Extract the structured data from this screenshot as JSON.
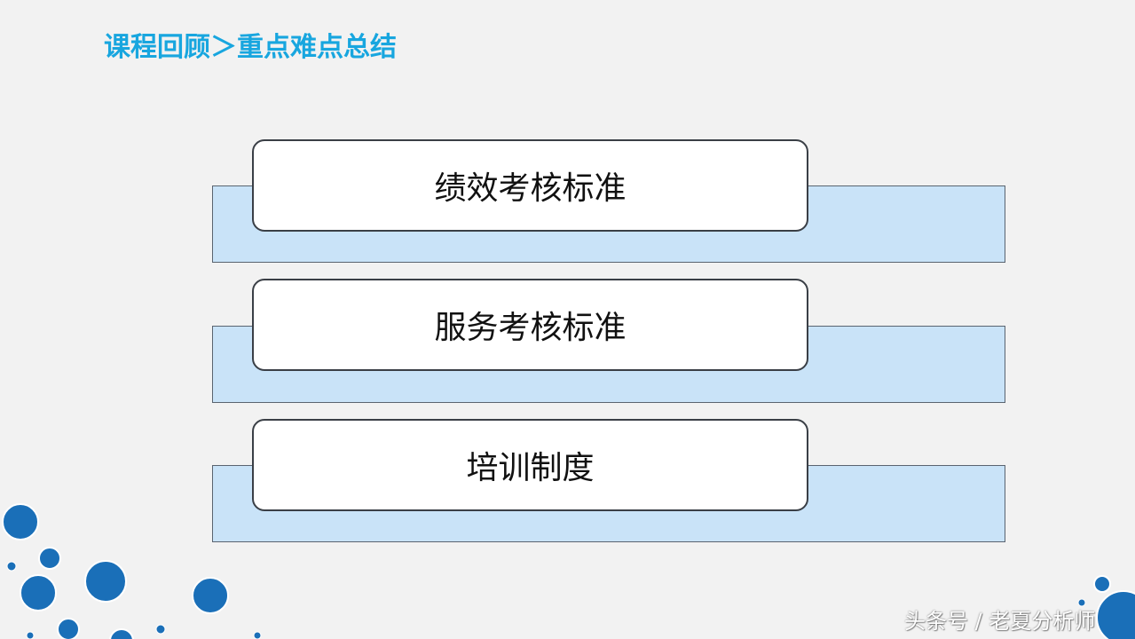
{
  "slide": {
    "title": "课程回顾＞重点难点总结",
    "items": [
      {
        "label": "绩效考核标准"
      },
      {
        "label": "服务考核标准"
      },
      {
        "label": "培训制度"
      }
    ]
  },
  "watermark": {
    "text": "头条号 / 老夏分析师"
  },
  "colors": {
    "title": "#18a6df",
    "band_fill": "#c9e3f8",
    "dot_blue": "#1a6fb8",
    "background": "#f2f2f2"
  }
}
